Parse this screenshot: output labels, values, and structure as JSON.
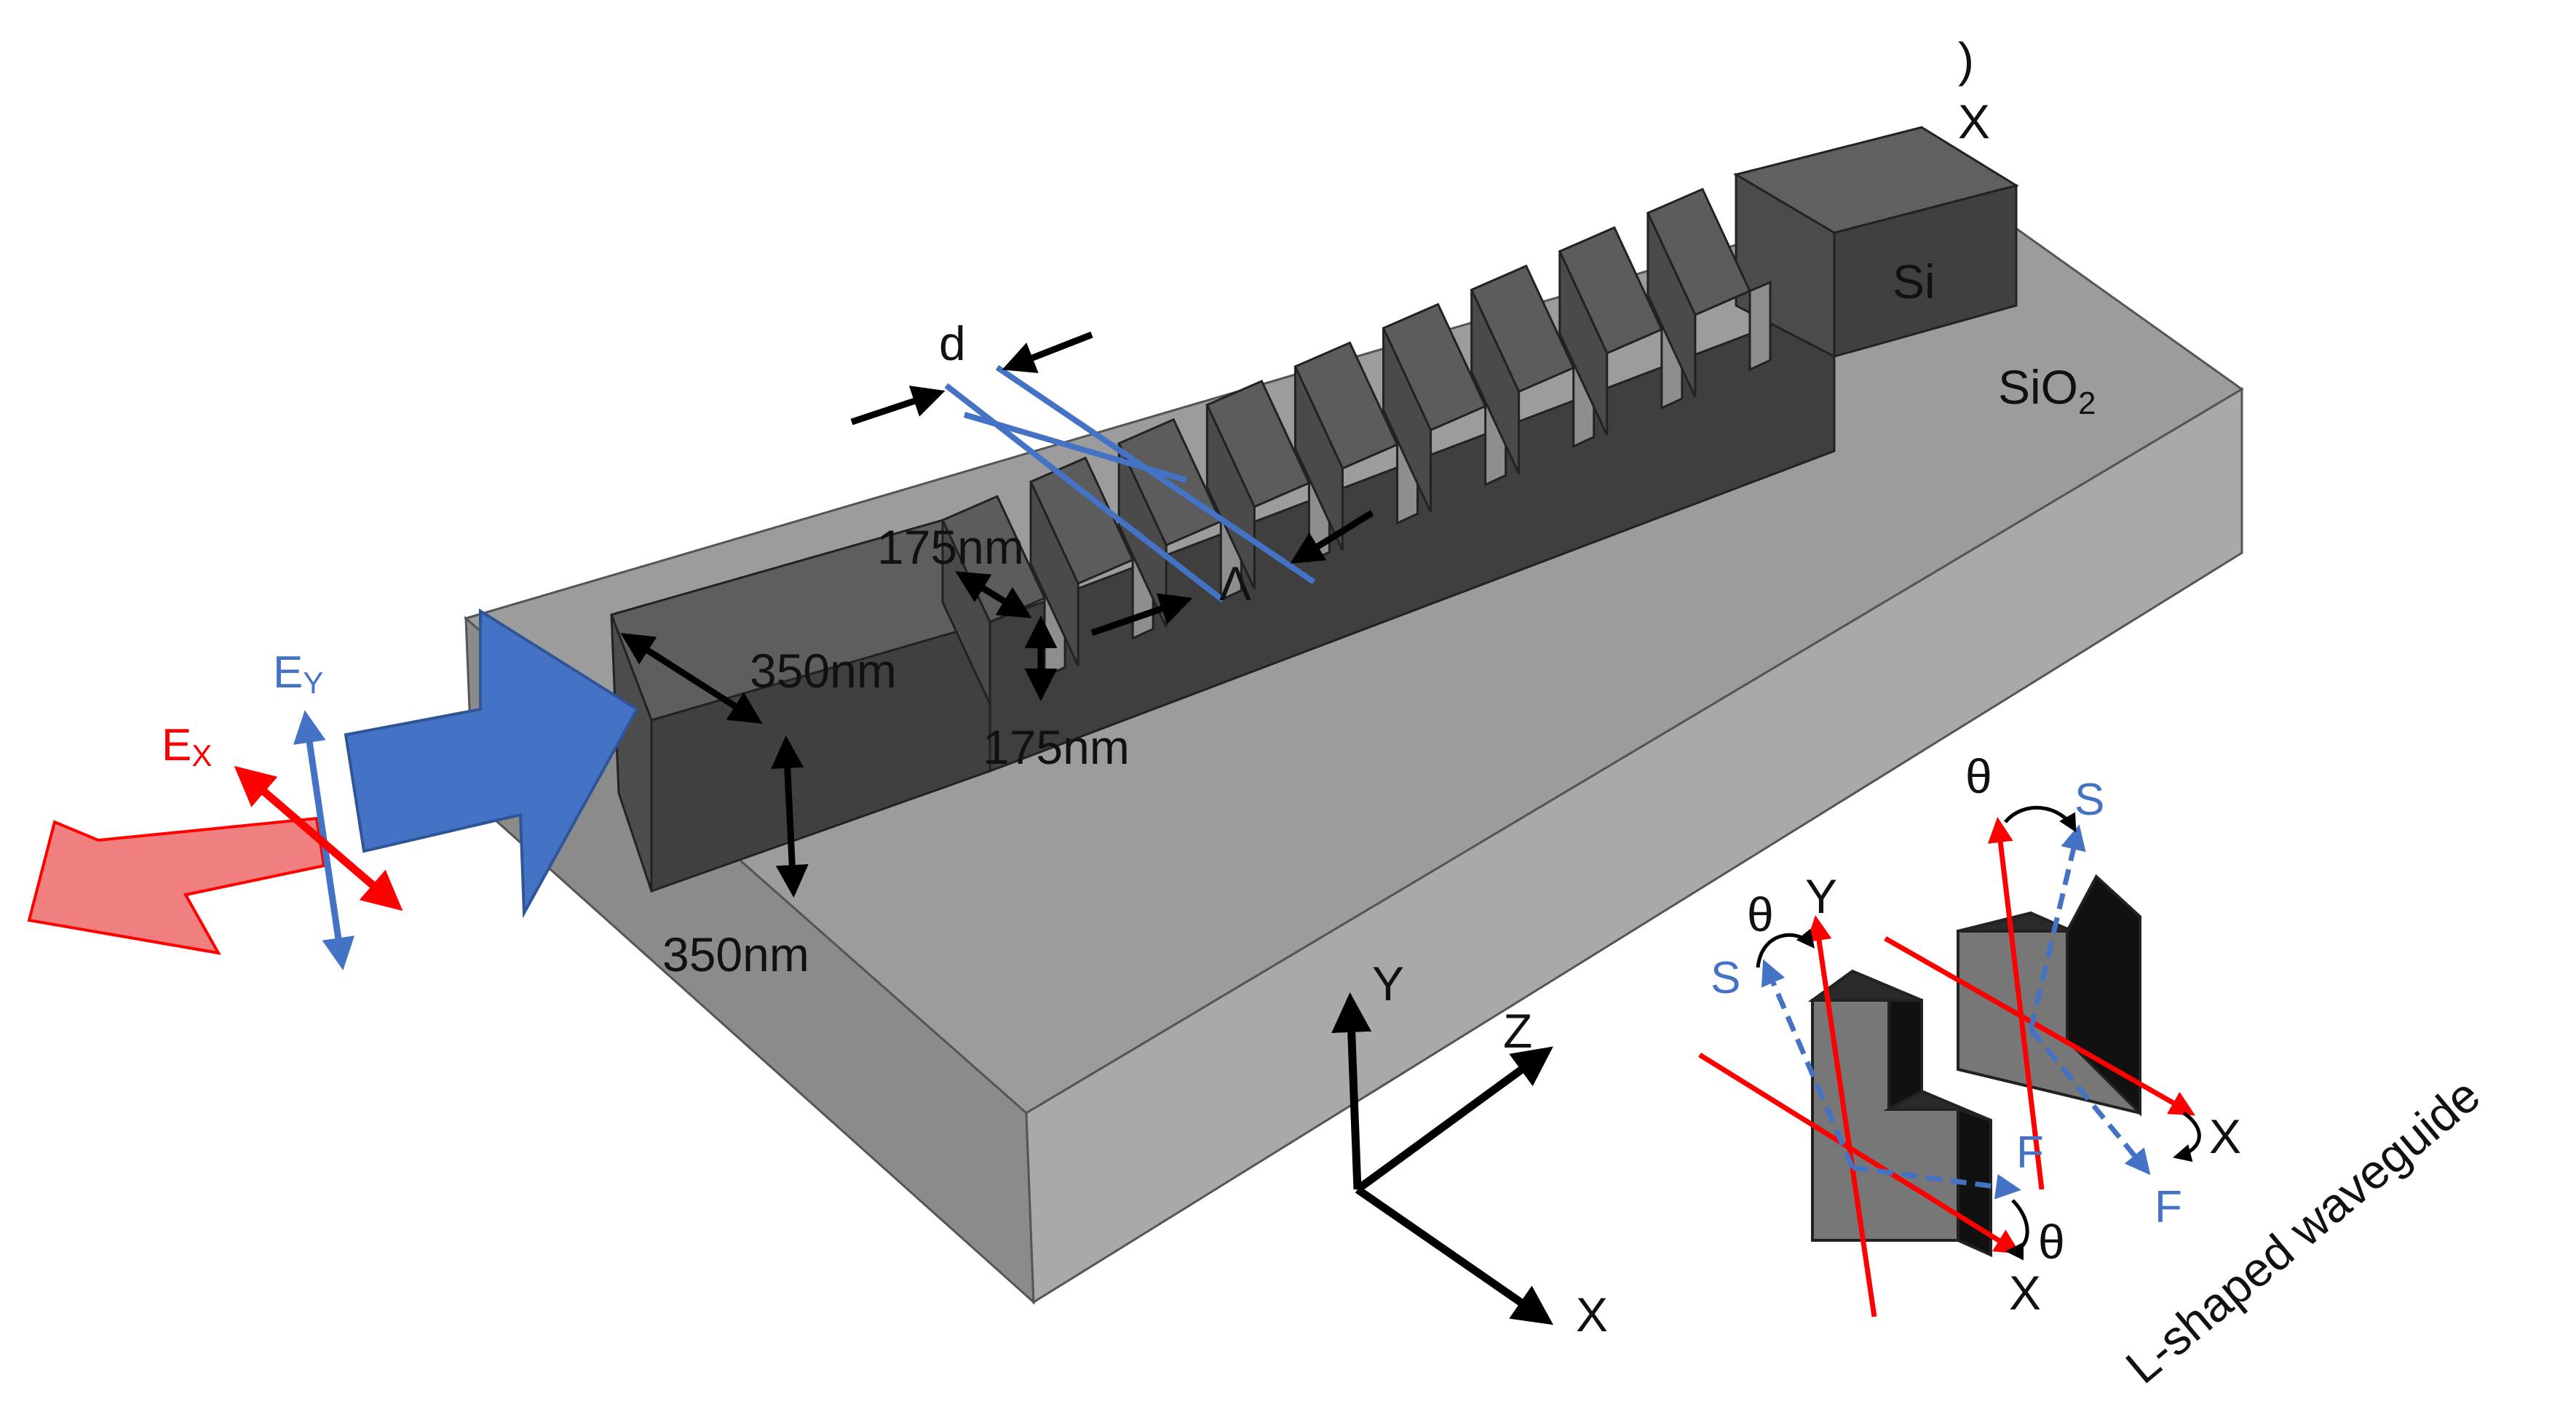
{
  "labels": {
    "si": "Si",
    "sio2": "SiO",
    "sio2_sub": "2",
    "d": "d",
    "lambda": "Λ",
    "w175_top": "175nm",
    "w175_bottom": "175nm",
    "w350_width": "350nm",
    "w350_height": "350nm",
    "e_y": "E",
    "e_y_sub": "Y",
    "e_x": "E",
    "e_x_sub": "X",
    "axis_y": "Y",
    "axis_z": "Z",
    "axis_x": "X",
    "top_x": "X",
    "top_partial": ")",
    "inset_theta_1": "θ",
    "inset_theta_2": "θ",
    "inset_theta_3": "θ",
    "inset_y": "Y",
    "inset_s_1": "S",
    "inset_s_2": "S",
    "inset_f_1": "F",
    "inset_f_2": "F",
    "inset_x_1": "X",
    "inset_x_2": "X",
    "l_shaped": "L-shaped waveguide"
  },
  "colors": {
    "substrate_top": "#9b9b9b",
    "substrate_front": "#8a8a8a",
    "substrate_side": "#a8a8a8",
    "silicon_top": "#5a5a5a",
    "silicon_front": "#4a4a4a",
    "silicon_side": "#3e3e3e",
    "accent_blue": "#4472C4",
    "accent_red": "#FF0000",
    "arrow_blue": "#4472C4",
    "arrow_pink": "#F08080"
  },
  "grating_period_count": 9
}
